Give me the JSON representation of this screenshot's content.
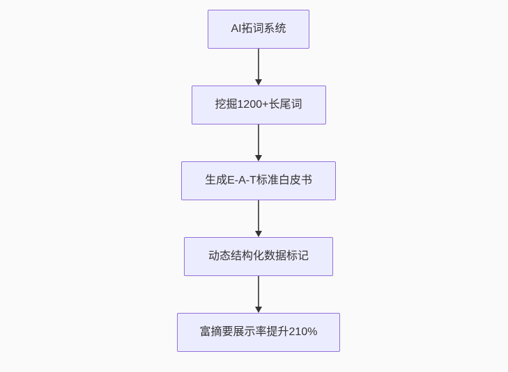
{
  "diagram": {
    "type": "flowchart",
    "direction": "top-down",
    "nodes": [
      {
        "id": "A",
        "label": "AI拓词系统"
      },
      {
        "id": "B",
        "label": "挖掘1200+长尾词"
      },
      {
        "id": "C",
        "label": "生成E-A-T标准白皮书"
      },
      {
        "id": "D",
        "label": "动态结构化数据标记"
      },
      {
        "id": "E",
        "label": "富摘要展示率提升210%"
      }
    ],
    "edges": [
      {
        "from": "A",
        "to": "B"
      },
      {
        "from": "B",
        "to": "C"
      },
      {
        "from": "C",
        "to": "D"
      },
      {
        "from": "D",
        "to": "E"
      }
    ],
    "colors": {
      "node_fill": "#ececff",
      "node_border": "#9370db",
      "node_text": "#333333",
      "arrow": "#333333",
      "background": "#fafafa"
    }
  }
}
